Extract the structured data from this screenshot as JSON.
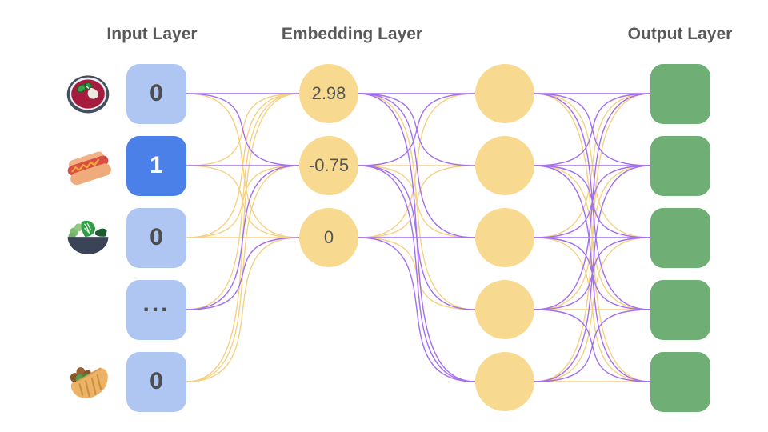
{
  "diagram": {
    "titles": {
      "input": "Input Layer",
      "embedding": "Embedding Layer",
      "output": "Output Layer"
    },
    "input_layer": {
      "nodes": [
        {
          "value": "0",
          "active": false,
          "icon": "soup"
        },
        {
          "value": "1",
          "active": true,
          "icon": "hotdog"
        },
        {
          "value": "0",
          "active": false,
          "icon": "salad"
        },
        {
          "value": "...",
          "active": false,
          "icon": null
        },
        {
          "value": "0",
          "active": false,
          "icon": "pita"
        }
      ]
    },
    "embedding_layer": {
      "values": [
        "2.98",
        "-0.75",
        "0"
      ],
      "node_count": 3
    },
    "hidden_layer": {
      "node_count": 5
    },
    "output_layer": {
      "node_count": 5
    }
  },
  "edges": {
    "input_to_embedding": [
      [
        "p",
        "p",
        "y"
      ],
      [
        "y",
        "p",
        "y"
      ],
      [
        "y",
        "y",
        "y"
      ],
      [
        "y",
        "p",
        "p"
      ],
      [
        "y",
        "y",
        "y"
      ]
    ],
    "embedding_to_hidden": [
      [
        "p",
        "p",
        "p",
        "y",
        "p"
      ],
      [
        "p",
        "y",
        "y",
        "p",
        "p"
      ],
      [
        "y",
        "y",
        "p",
        "y",
        "p"
      ]
    ],
    "hidden_to_output": [
      [
        "p",
        "p",
        "y",
        "p",
        "y"
      ],
      [
        "p",
        "p",
        "p",
        "y",
        "p"
      ],
      [
        "y",
        "p",
        "p",
        "p",
        "y"
      ],
      [
        "p",
        "y",
        "p",
        "y",
        "p"
      ],
      [
        "y",
        "p",
        "y",
        "p",
        "y"
      ]
    ]
  },
  "colors": {
    "edge_purple": "#a36ff0",
    "edge_yellow": "#f5d184",
    "input_idle": "#aec6f1",
    "input_active": "#4b80e9",
    "input_text": "#4d4d4d",
    "input_active_text": "#ffffff",
    "embed_node": "#f7da8f",
    "embed_text": "#555555",
    "output_node": "#6fae74",
    "title_text": "#595959",
    "background": "#ffffff"
  }
}
